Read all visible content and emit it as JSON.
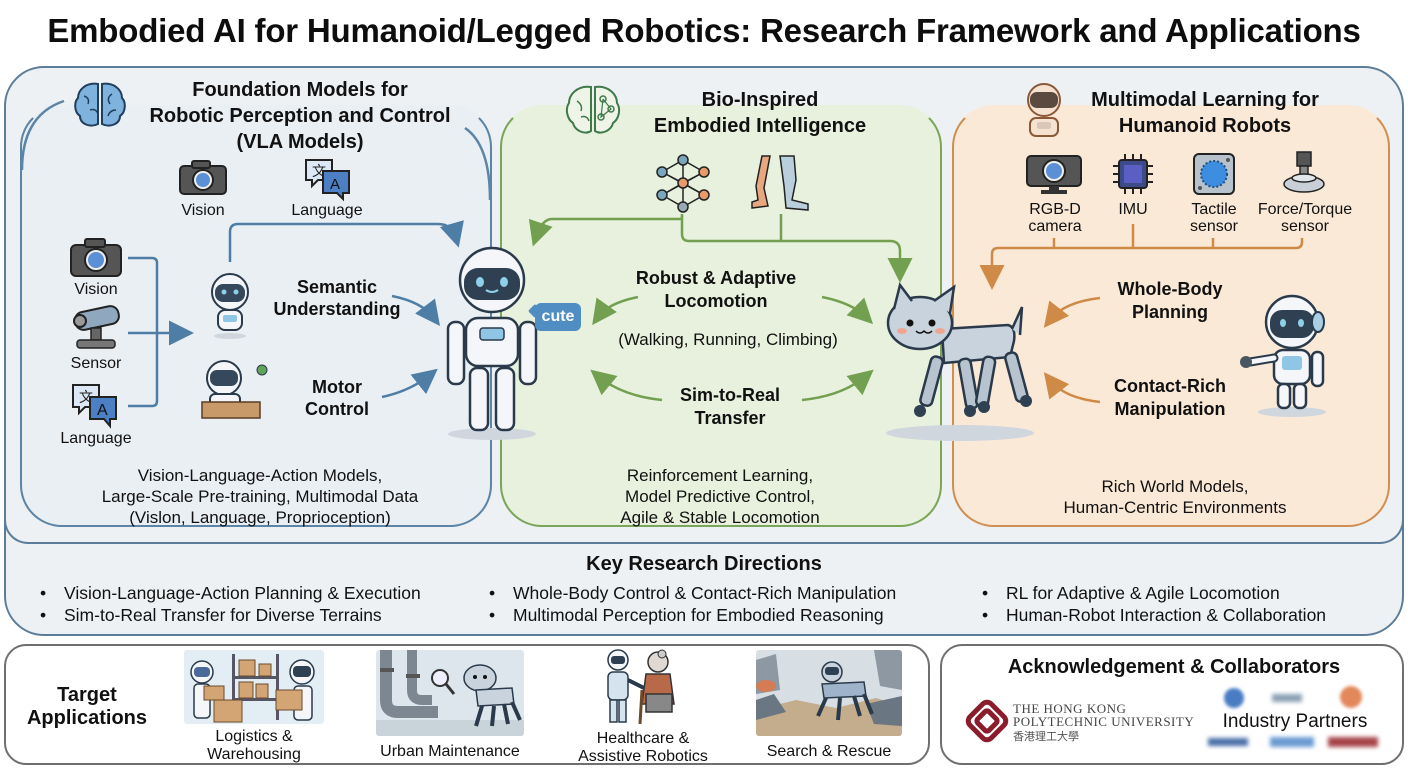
{
  "title": "Embodied AI for Humanoid/Legged Robotics: Research Framework and Applications",
  "colors": {
    "blue_accent": "#5b84a6",
    "green_accent": "#7aa55a",
    "orange_accent": "#cf8f52",
    "outer_border": "#5b7d99",
    "outer_bg": "#eef1f4",
    "left_bg": "#eaeff4",
    "mid_bg": "#e8f1de",
    "right_bg": "#fbe9d7"
  },
  "panels": {
    "foundation": {
      "title_line1": "Foundation Models for",
      "title_line2": "Robotic Perception and Control",
      "title_line3": "(VLA Models)",
      "icon": "brain-icon",
      "top_inputs": [
        {
          "label": "Vision",
          "icon": "camera-icon"
        },
        {
          "label": "Language",
          "icon": "translate-icon"
        }
      ],
      "side_inputs": [
        {
          "label": "Vision",
          "icon": "camera-icon"
        },
        {
          "label": "Sensor",
          "icon": "sensor-camera-icon"
        },
        {
          "label": "Language",
          "icon": "translate-icon"
        }
      ],
      "steps": [
        {
          "line1": "Semantic",
          "line2": "Understanding",
          "icon": "robot-icon"
        },
        {
          "line1": "Motor",
          "line2": "Control",
          "icon": "robot-desk-icon"
        }
      ],
      "desc_line1": "Vision-Language-Action Models,",
      "desc_line2": "Large-Scale Pre-training, Multimodal Data",
      "desc_line3": "(Vislon, Language, Proprioception)"
    },
    "bio": {
      "title_line1": "Bio-Inspired",
      "title_line2": "Embodied Intelligence",
      "icon": "neural-brain-icon",
      "icons": [
        "neural-network-icon",
        "legs-icon"
      ],
      "topic1_line1": "Robust & Adaptive",
      "topic1_line2": "Locomotion",
      "topic1_sub": "(Walking, Running, Climbing)",
      "topic2_line1": "Sim-to-Real",
      "topic2_line2": "Transfer",
      "bubble": "cute",
      "desc_line1": "Reinforcement Learning,",
      "desc_line2": "Model Predictive Control,",
      "desc_line3": "Agile & Stable Locomotion"
    },
    "multimodal": {
      "title_line1": "Multimodal Learning for",
      "title_line2": "Humanoid Robots",
      "icon": "robot-icon",
      "sensors": [
        {
          "line1": "RGB-D",
          "line2": "camera",
          "icon": "rgbd-camera-icon"
        },
        {
          "line1": "IMU",
          "line2": "",
          "icon": "chip-icon"
        },
        {
          "line1": "Tactile",
          "line2": "sensor",
          "icon": "tactile-sensor-icon"
        },
        {
          "line1": "Force/Torque",
          "line2": "sensor",
          "icon": "joystick-icon"
        }
      ],
      "topic1_line1": "Whole-Body",
      "topic1_line2": "Planning",
      "topic2_line1": "Contact-Rich",
      "topic2_line2": "Manipulation",
      "desc_line1": "Rich World Models,",
      "desc_line2": "Human-Centric Environments"
    }
  },
  "key_research": {
    "title": "Key Research Directions",
    "columns": [
      [
        "Vision-Language-Action Planning & Execution",
        "Sim-to-Real Transfer for Diverse Terrains"
      ],
      [
        "Whole-Body Control & Contact-Rich Manipulation",
        "Multimodal Perception for Embodied Reasoning"
      ],
      [
        "RL for Adaptive & Agile Locomotion",
        "Human-Robot Interaction & Collaboration"
      ]
    ]
  },
  "applications": {
    "heading_line1": "Target",
    "heading_line2": "Applications",
    "items": [
      {
        "line1": "Logistics &",
        "line2": "Warehousing"
      },
      {
        "line1": "Urban Maintenance",
        "line2": ""
      },
      {
        "line1": "Healthcare &",
        "line2": "Assistive Robotics"
      },
      {
        "line1": "Search & Rescue",
        "line2": ""
      }
    ]
  },
  "acknowledgement": {
    "title": "Acknowledgement & Collaborators",
    "university_line1": "THE HONG KONG",
    "university_line2": "POLYTECHNIC UNIVERSITY",
    "university_line3": "香港理工大學",
    "partners_label": "Industry Partners"
  }
}
